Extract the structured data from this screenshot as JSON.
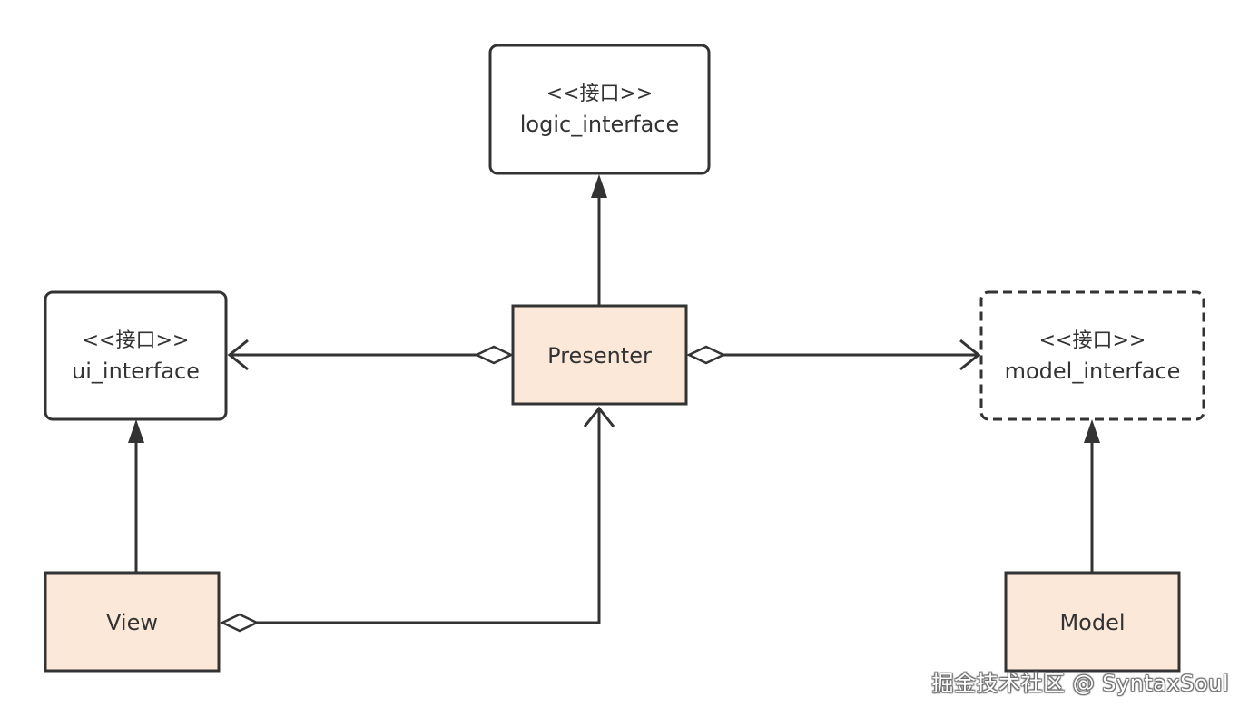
{
  "nodes": {
    "logic_interface": {
      "stereotype": "<<接口>>",
      "name": "logic_interface"
    },
    "ui_interface": {
      "stereotype": "<<接口>>",
      "name": "ui_interface"
    },
    "model_interface": {
      "stereotype": "<<接口>>",
      "name": "model_interface"
    },
    "presenter": {
      "name": "Presenter"
    },
    "view": {
      "name": "View"
    },
    "model": {
      "name": "Model"
    }
  },
  "watermark": "掘金技术社区 @ SyntaxSoul",
  "colors": {
    "class_fill": "#fbe8d8",
    "interface_fill": "#ffffff",
    "stroke": "#333333"
  }
}
